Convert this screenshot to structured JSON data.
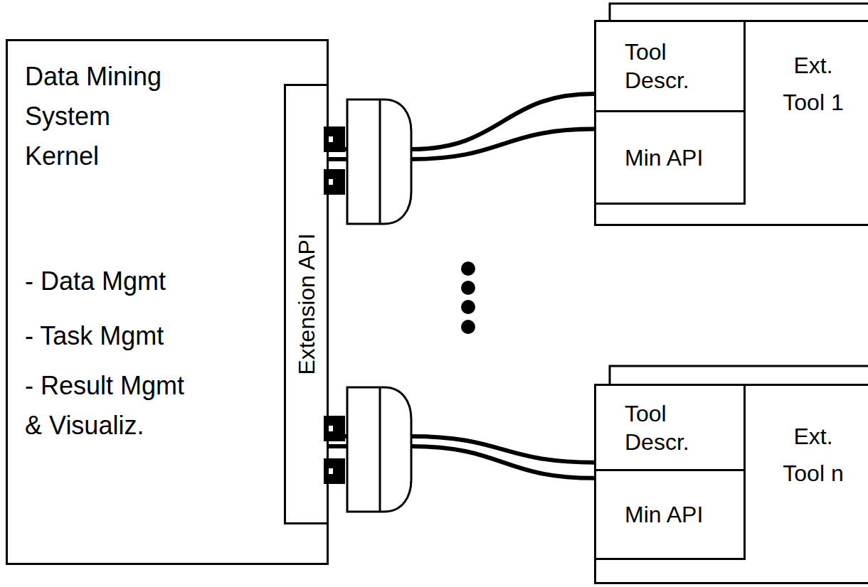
{
  "diagram": {
    "nodes": [
      {
        "text": [
          "Data Mining System Kernel",
          "- Data Mgmt",
          "- Task Mgmt",
          "- Result Mgmt & Visualiz."
        ]
      },
      {
        "text": [
          "Extension API"
        ]
      },
      {
        "text": [
          "Ext. Tool 1"
        ]
      },
      {
        "text": [
          "Tool Descr."
        ],
        "in": 2
      },
      {
        "text": [
          "Min API"
        ],
        "in": 2
      },
      {
        "text": [
          "Ext. Tool n"
        ]
      },
      {
        "text": [
          "Tool Descr."
        ],
        "in": 5
      },
      {
        "text": [
          "Min API"
        ],
        "in": 5
      }
    ],
    "edges": [
      {
        "from": 1,
        "to": 3,
        "arrow": "none"
      },
      {
        "from": 1,
        "to": 4,
        "arrow": "none"
      },
      {
        "from": 1,
        "to": 6,
        "arrow": "none"
      },
      {
        "from": 1,
        "to": 7,
        "arrow": "none"
      }
    ]
  }
}
